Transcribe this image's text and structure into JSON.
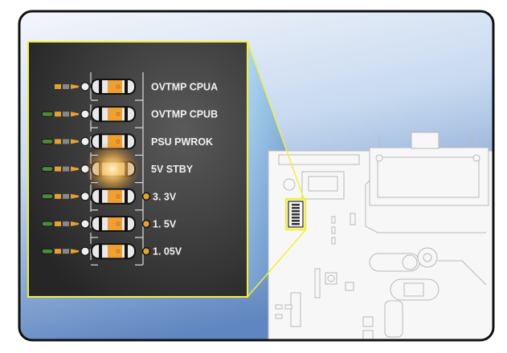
{
  "figure": {
    "leds": [
      {
        "label": "OVTMP  CPUA",
        "lit": false,
        "test_point": false
      },
      {
        "label": "OVTMP  CPUB",
        "lit": false,
        "test_point": false
      },
      {
        "label": "PSU  PWROK",
        "lit": false,
        "test_point": false
      },
      {
        "label": "5V  STBY",
        "lit": true,
        "test_point": false
      },
      {
        "label": "3.  3V",
        "lit": false,
        "test_point": true
      },
      {
        "label": "1.  5V",
        "lit": false,
        "test_point": true
      },
      {
        "label": "1.  05V",
        "lit": false,
        "test_point": true
      }
    ],
    "colors": {
      "callout": "#f2ef3a",
      "panel": "#333333",
      "led_amber": "#f0a030",
      "led_glow": "#ffd88a",
      "frame": "#111111",
      "background_top": "#f4f6fb",
      "background_bottom": "#5f86c0",
      "board": "#f7f7f7"
    }
  }
}
